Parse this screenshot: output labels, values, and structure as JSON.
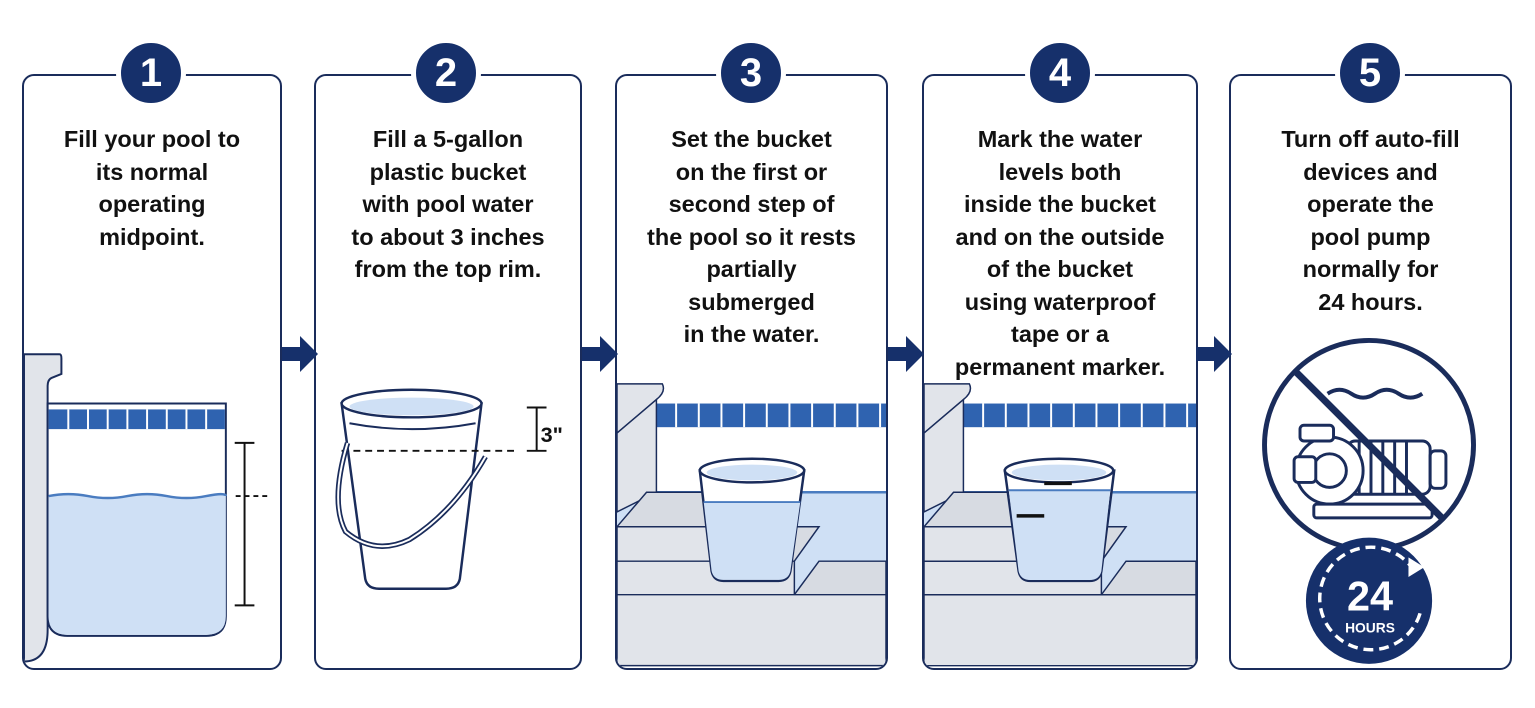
{
  "colors": {
    "navy": "#16306b",
    "outline": "#1a2c5b",
    "water": "#cfe0f5",
    "tile": "#2f63b0",
    "stone": "#e1e4ea"
  },
  "steps": [
    {
      "number": "1",
      "lines": [
        "Fill your pool to",
        "its normal",
        "operating",
        "midpoint."
      ]
    },
    {
      "number": "2",
      "lines": [
        "Fill a 5-gallon",
        "plastic bucket",
        "with pool water",
        "to about 3 inches",
        "from the top rim."
      ],
      "measure_label": "3\""
    },
    {
      "number": "3",
      "lines": [
        "Set the bucket",
        "on the first or",
        "second step of",
        "the pool so it rests",
        "partially",
        "submerged",
        "in the water."
      ]
    },
    {
      "number": "4",
      "lines": [
        "Mark the water",
        "levels both",
        "inside the bucket",
        "and on the outside",
        "of the bucket",
        "using waterproof",
        "tape or a",
        "permanent marker."
      ]
    },
    {
      "number": "5",
      "lines": [
        "Turn off auto-fill",
        "devices and",
        "operate the",
        "pool pump",
        "normally for",
        "24 hours."
      ],
      "timer_number": "24",
      "timer_label": "HOURS"
    }
  ],
  "icons": {
    "arrow": "arrow-right-icon",
    "pump": "pool-pump-icon",
    "no_symbol": "prohibited-icon",
    "timer": "timer-24-icon"
  }
}
